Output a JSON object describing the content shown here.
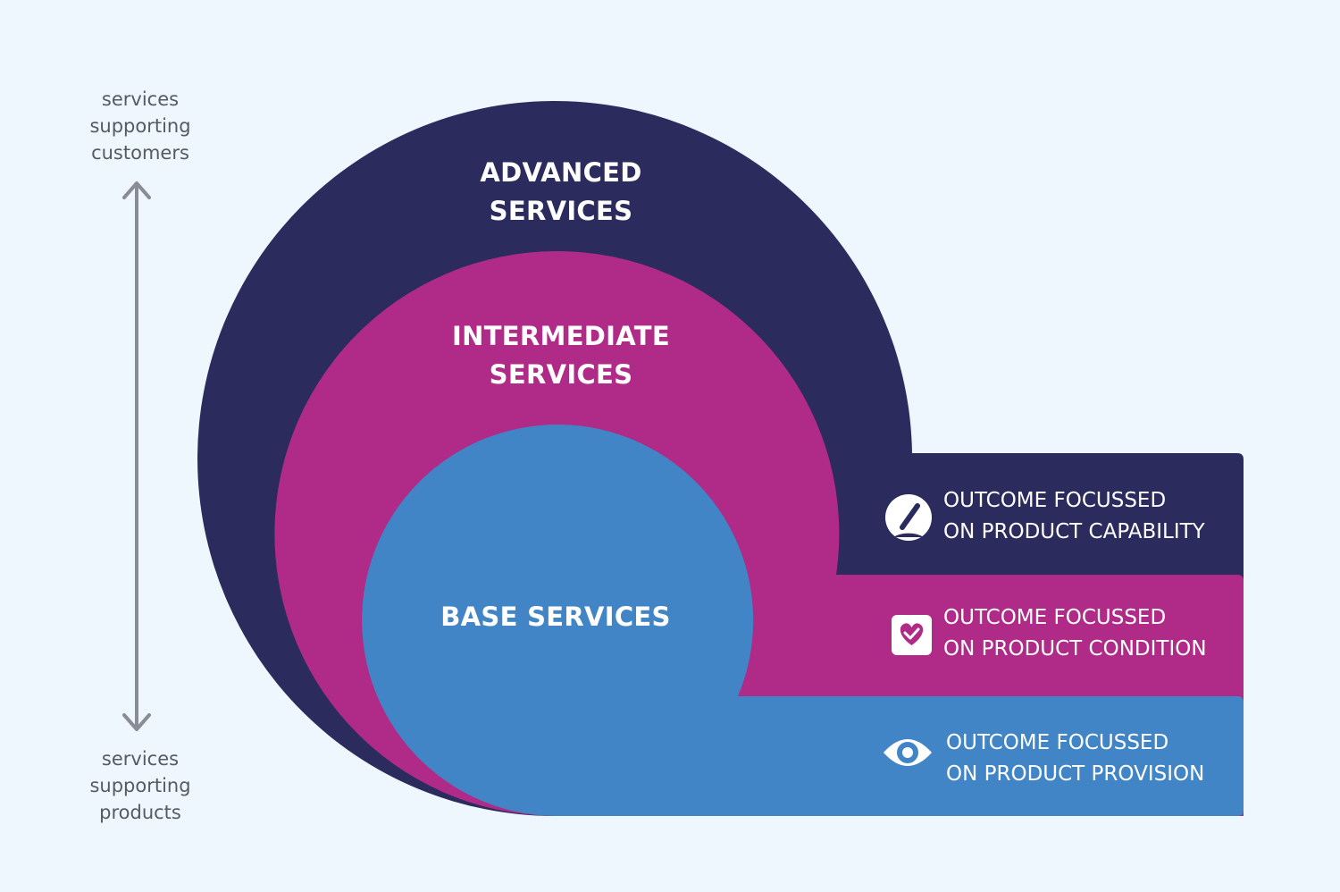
{
  "side_labels": {
    "top": [
      "services",
      "supporting",
      "customers"
    ],
    "bottom": [
      "services",
      "supporting",
      "products"
    ]
  },
  "levels": {
    "advanced": {
      "lines": [
        "ADVANCED",
        "SERVICES"
      ],
      "color": "#2b2b5e"
    },
    "intermediate": {
      "lines": [
        "INTERMEDIATE",
        "SERVICES"
      ],
      "color": "#b02b87"
    },
    "base": {
      "lines": [
        "BASE SERVICES"
      ],
      "color": "#4285c6"
    }
  },
  "outcomes": {
    "capability": {
      "lines": [
        "OUTCOME FOCUSSED",
        "ON PRODUCT CAPABILITY"
      ],
      "icon": "gauge-icon"
    },
    "condition": {
      "lines": [
        "OUTCOME FOCUSSED",
        "ON PRODUCT CONDITION"
      ],
      "icon": "heart-check-icon"
    },
    "provision": {
      "lines": [
        "OUTCOME FOCUSSED",
        "ON PRODUCT PROVISION"
      ],
      "icon": "eye-icon"
    }
  },
  "colors": {
    "background": "#eef6fe",
    "arrow": "#8a8d93"
  }
}
